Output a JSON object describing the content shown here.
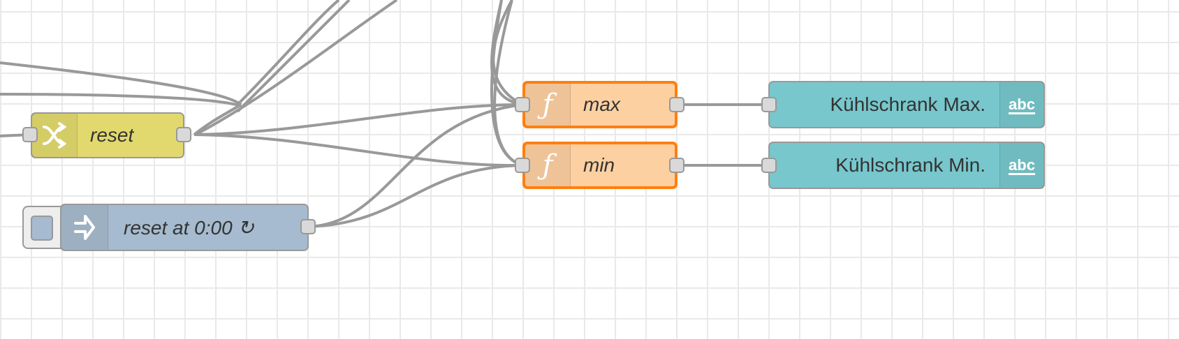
{
  "nodes": {
    "reset_change": {
      "label": "reset",
      "type": "change",
      "color": "#e2d96e",
      "icon": "shuffle-icon"
    },
    "inject": {
      "label": "reset at 0:00 ↻",
      "type": "inject",
      "color": "#a6bbcf",
      "icon": "arrow-in-icon"
    },
    "func_max": {
      "label": "max",
      "type": "function",
      "color": "#fdd0a2",
      "icon": "function-icon"
    },
    "func_min": {
      "label": "min",
      "type": "function",
      "color": "#fdd0a2",
      "icon": "function-icon"
    },
    "text_max": {
      "label": "Kühlschrank Max.",
      "type": "ui_text",
      "color": "#77c7cc",
      "icon": "abc-icon"
    },
    "text_min": {
      "label": "Kühlschrank Min.",
      "type": "ui_text",
      "color": "#77c7cc",
      "icon": "abc-icon"
    }
  },
  "colors": {
    "wire": "#999999",
    "selected_border": "#ff7f0e",
    "grid": "#e9e9e9"
  }
}
